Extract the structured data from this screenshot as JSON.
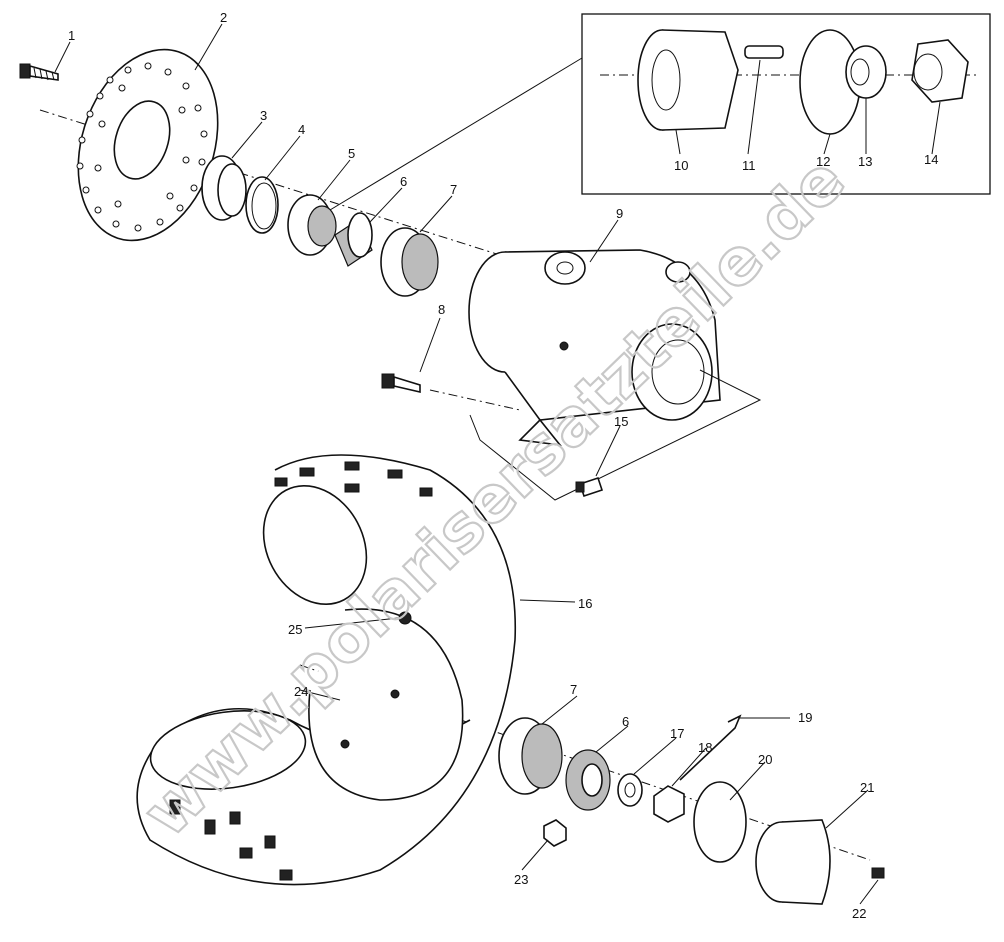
{
  "watermark": "www.polarisersatzteile.de",
  "callouts": [
    "1",
    "2",
    "3",
    "4",
    "5",
    "6",
    "7",
    "8",
    "9",
    "10",
    "11",
    "12",
    "13",
    "14",
    "15",
    "16",
    "7",
    "6",
    "17",
    "18",
    "19",
    "20",
    "21",
    "22",
    "23",
    "24",
    "25"
  ]
}
